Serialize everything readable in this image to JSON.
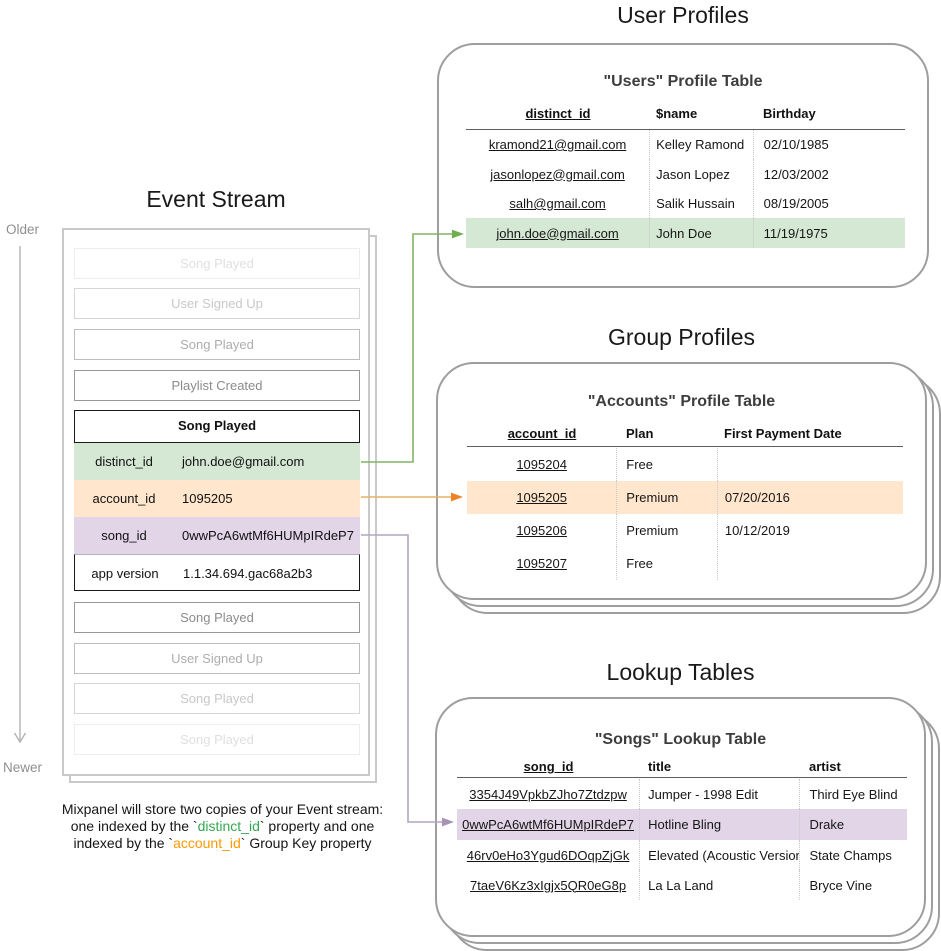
{
  "timeline": {
    "older": "Older",
    "newer": "Newer"
  },
  "event_stream": {
    "title": "Event Stream",
    "events_before": [
      {
        "label": "Song Played"
      },
      {
        "label": "User Signed Up"
      },
      {
        "label": "Song Played"
      },
      {
        "label": "Playlist Created"
      }
    ],
    "expanded_event": {
      "title": "Song Played",
      "rows": [
        {
          "key": "distinct_id",
          "value": "john.doe@gmail.com",
          "highlight": "green"
        },
        {
          "key": "account_id",
          "value": "1095205",
          "highlight": "orange"
        },
        {
          "key": "song_id",
          "value": "0wwPcA6wtMf6HUMpIRdeP7",
          "highlight": "purple"
        },
        {
          "key": "app version",
          "value": "1.1.34.694.gac68a2b3",
          "highlight": "none"
        }
      ]
    },
    "events_after": [
      {
        "label": "Song Played"
      },
      {
        "label": "User Signed Up"
      },
      {
        "label": "Song Played"
      },
      {
        "label": "Song Played"
      }
    ]
  },
  "user_profiles": {
    "section_title": "User Profiles",
    "table_title": "\"Users\" Profile Table",
    "headers": [
      "distinct_id",
      "$name",
      "Birthday"
    ],
    "rows": [
      [
        "kramond21@gmail.com",
        "Kelley Ramond",
        "02/10/1985"
      ],
      [
        "jasonlopez@gmail.com",
        "Jason Lopez",
        "12/03/2002"
      ],
      [
        "salh@gmail.com",
        "Salik Hussain",
        "08/19/2005"
      ],
      [
        "john.doe@gmail.com",
        "John Doe",
        "11/19/1975"
      ]
    ],
    "highlighted_row_index": 3
  },
  "group_profiles": {
    "section_title": "Group Profiles",
    "table_title": "\"Accounts\" Profile Table",
    "headers": [
      "account_id",
      "Plan",
      "First Payment Date"
    ],
    "rows": [
      [
        "1095204",
        "Free",
        ""
      ],
      [
        "1095205",
        "Premium",
        "07/20/2016"
      ],
      [
        "1095206",
        "Premium",
        "10/12/2019"
      ],
      [
        "1095207",
        "Free",
        ""
      ]
    ],
    "highlighted_row_index": 1
  },
  "lookup_tables": {
    "section_title": "Lookup Tables",
    "table_title": "\"Songs\" Lookup Table",
    "headers": [
      "song_id",
      "title",
      "artist"
    ],
    "rows": [
      [
        "3354J49VpkbZJho7Ztdzpw",
        "Jumper - 1998 Edit",
        "Third Eye Blind"
      ],
      [
        "0wwPcA6wtMf6HUMpIRdeP7",
        "Hotline Bling",
        "Drake"
      ],
      [
        "46rv0eHo3Ygud6DOqpZjGk",
        "Elevated (Acoustic Version)",
        "State Champs"
      ],
      [
        "7taeV6Kz3xIgjx5QR0eG8p",
        "La La Land",
        "Bryce Vine"
      ]
    ],
    "highlighted_row_index": 1
  },
  "caption": {
    "line1": "Mixpanel will store two copies of your Event stream:",
    "line2_pre": "one indexed by the `",
    "line2_code": "distinct_id",
    "line2_post": "` property and one",
    "line3_pre": "indexed by the `",
    "line3_code": "account_id",
    "line3_post": "` Group Key property"
  },
  "colors": {
    "highlight_green_bg": "#d5e8d4",
    "highlight_orange_bg": "#ffe6cc",
    "highlight_purple_bg": "#e1d5e7",
    "arrow_green": "#82b366",
    "arrow_orange": "#e8a33d",
    "arrow_purple": "#b3a6c2",
    "caption_green": "#33a852",
    "caption_orange": "#ff9900",
    "panel_border": "#9e9e9e"
  }
}
